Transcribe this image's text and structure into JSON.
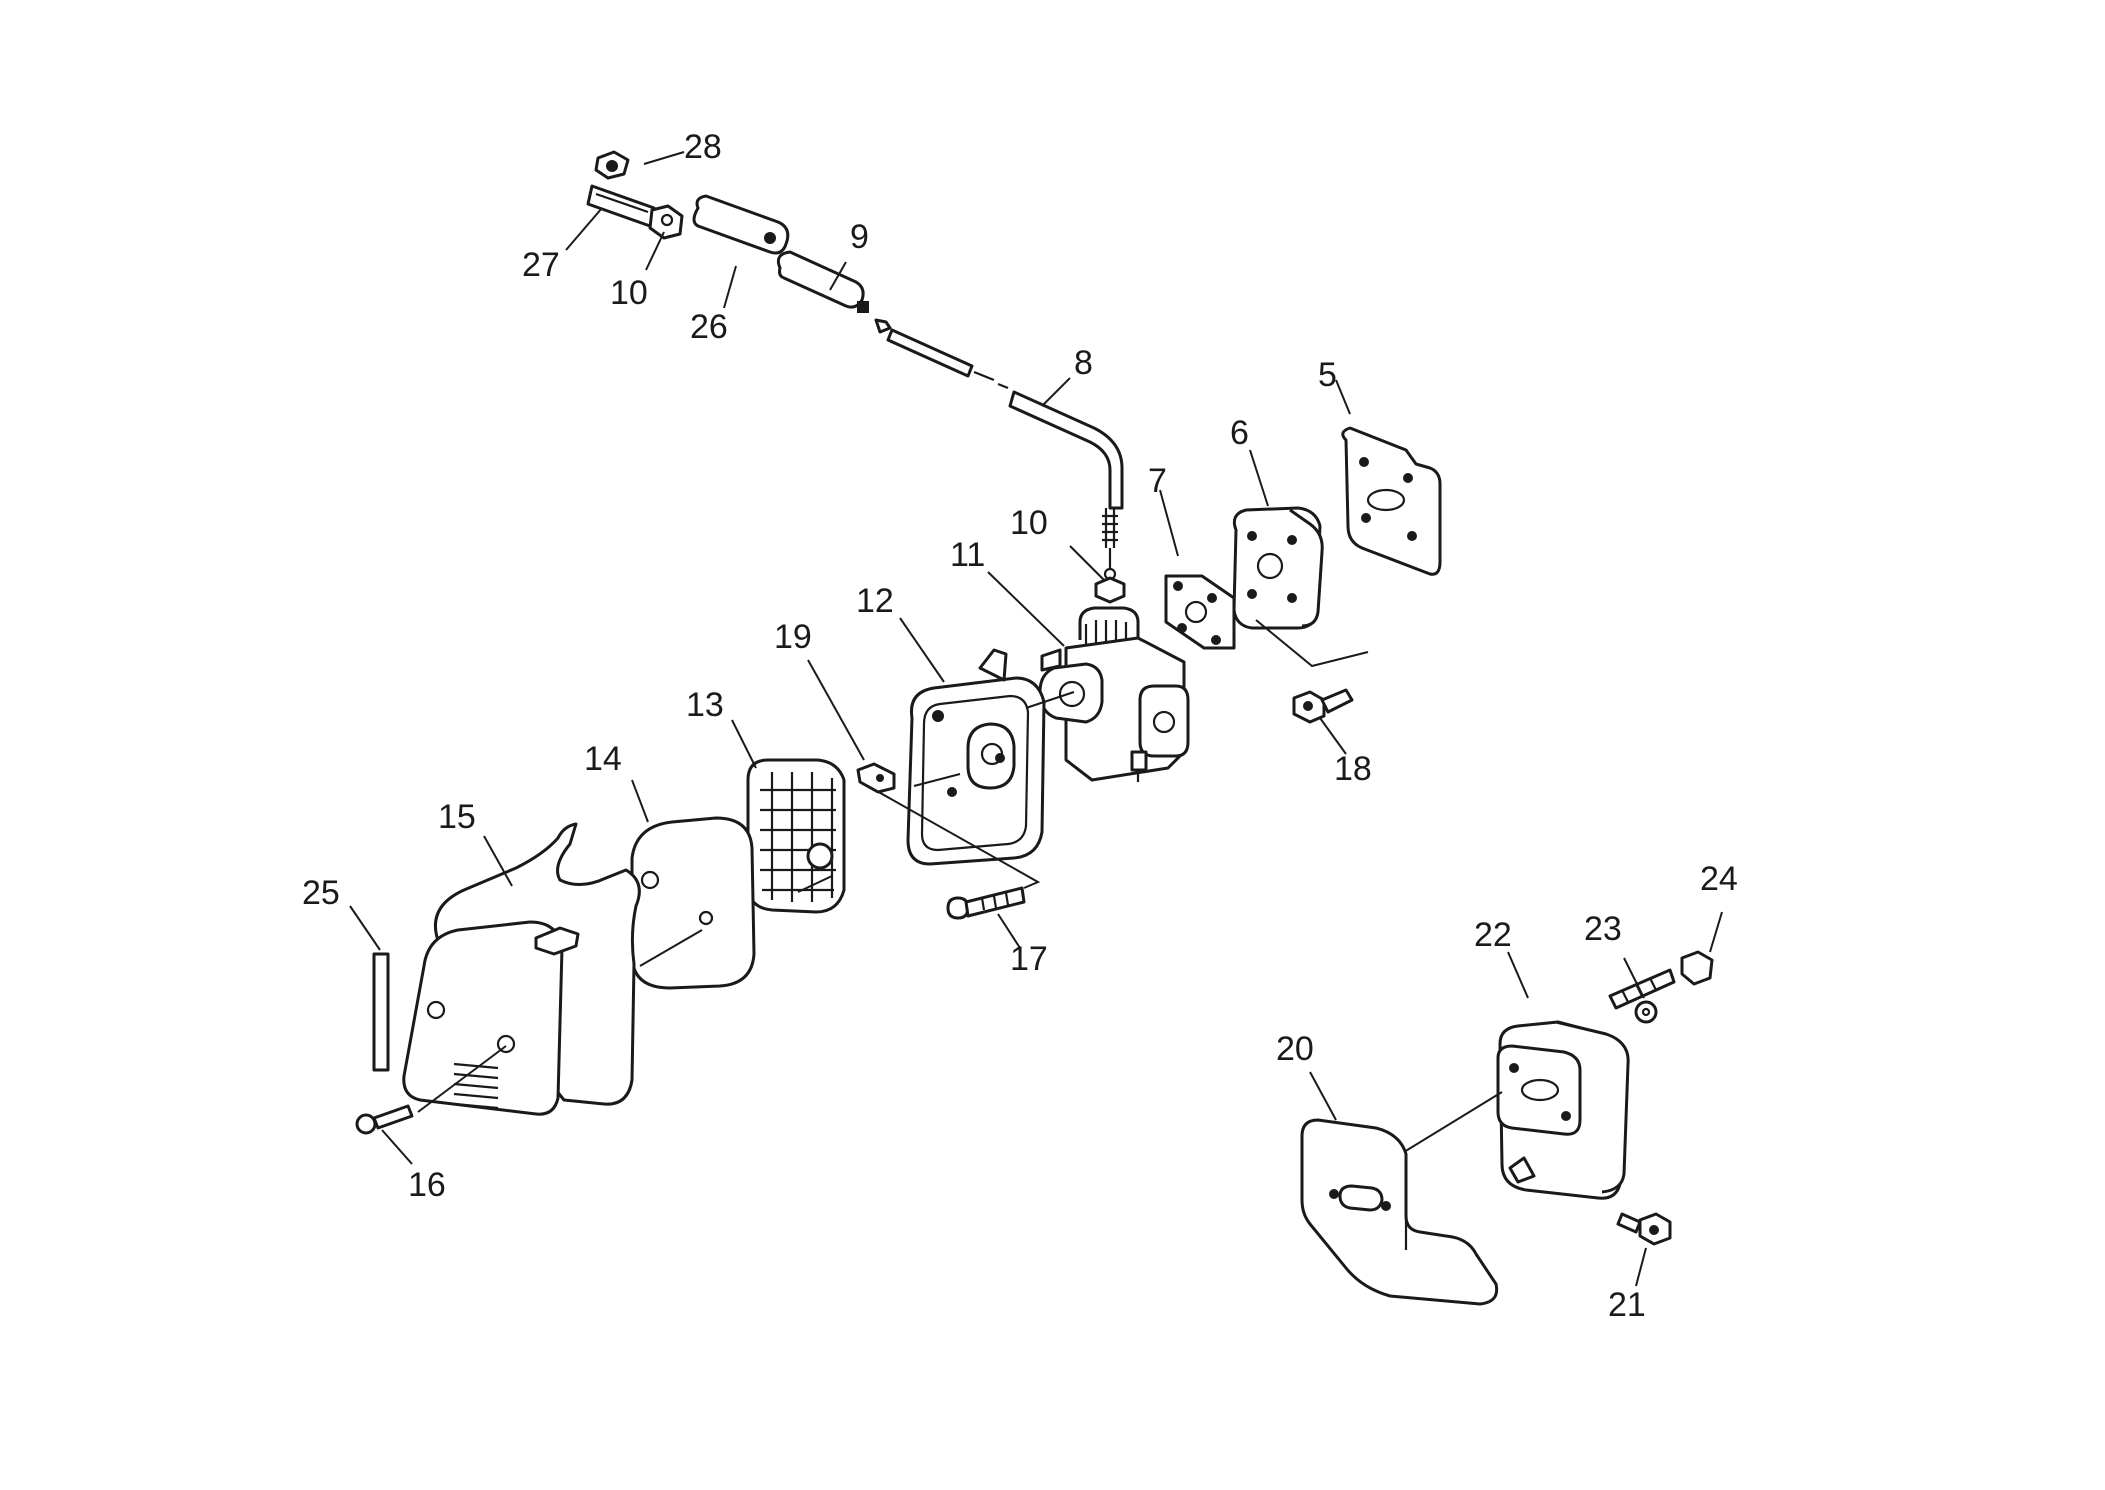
{
  "callouts": {
    "c28": "28",
    "c27": "27",
    "c10a": "10",
    "c26": "26",
    "c9": "9",
    "c8": "8",
    "c5": "5",
    "c6": "6",
    "c7": "7",
    "c10b": "10",
    "c11": "11",
    "c12": "12",
    "c19": "19",
    "c13": "13",
    "c14": "14",
    "c15": "15",
    "c25": "25",
    "c18": "18",
    "c17": "17",
    "c16": "16",
    "c24": "24",
    "c23": "23",
    "c22": "22",
    "c20": "20",
    "c21": "21"
  },
  "colors": {
    "ink": "#1a1a1a",
    "paper": "#ffffff"
  }
}
